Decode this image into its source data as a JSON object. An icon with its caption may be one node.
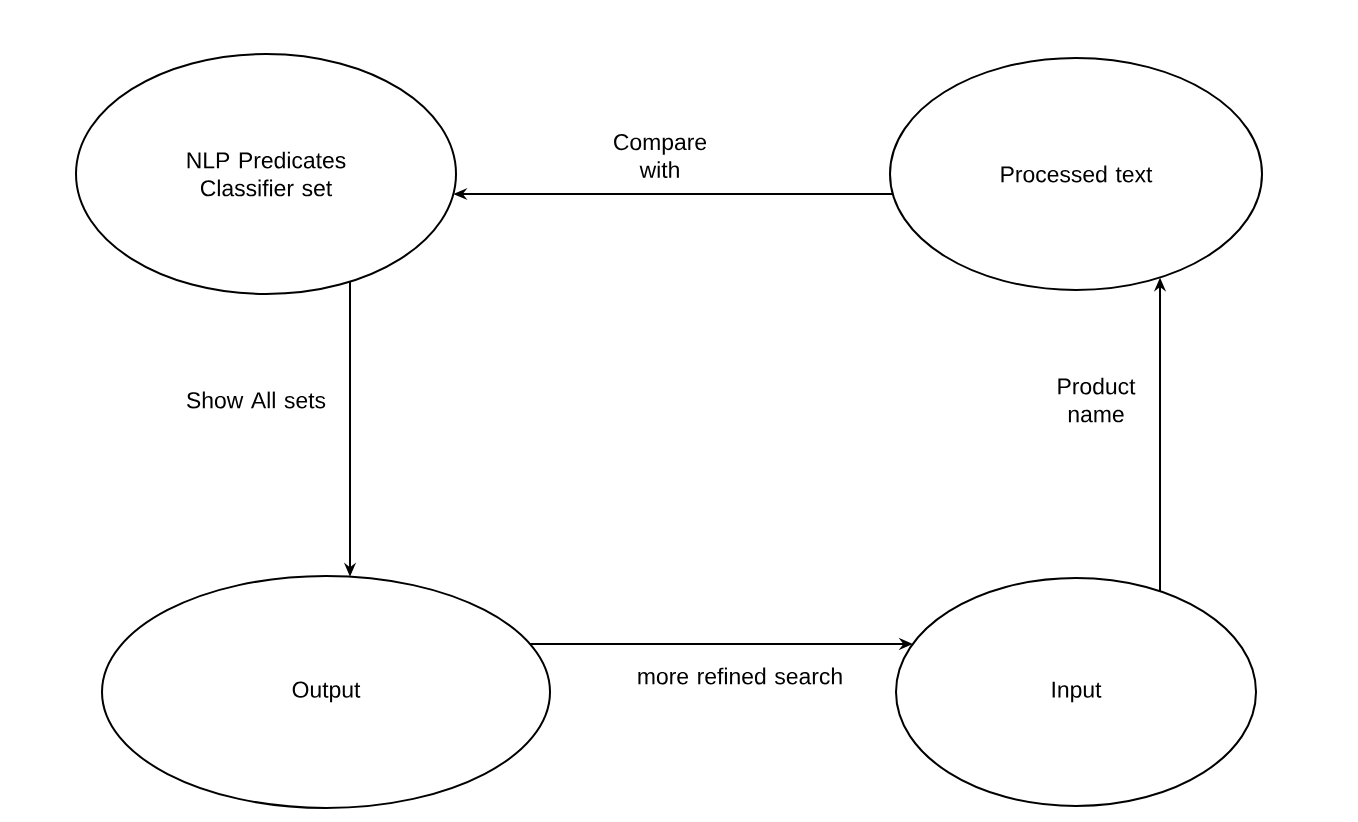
{
  "diagram": {
    "nodes": [
      {
        "text": [
          "NLP Predicates Classifier set"
        ]
      },
      {
        "text": [
          "Processed text"
        ]
      },
      {
        "text": [
          "Output"
        ]
      },
      {
        "text": [
          "Input"
        ]
      }
    ],
    "edges": [
      {
        "from": 1,
        "to": 0,
        "arrow": "to",
        "label": "Compare with"
      },
      {
        "from": 0,
        "to": 2,
        "arrow": "to",
        "label": "Show All sets"
      },
      {
        "from": 2,
        "to": 3,
        "arrow": "to",
        "label": "more refined search"
      },
      {
        "from": 3,
        "to": 1,
        "arrow": "to",
        "label": "Product name"
      }
    ]
  }
}
